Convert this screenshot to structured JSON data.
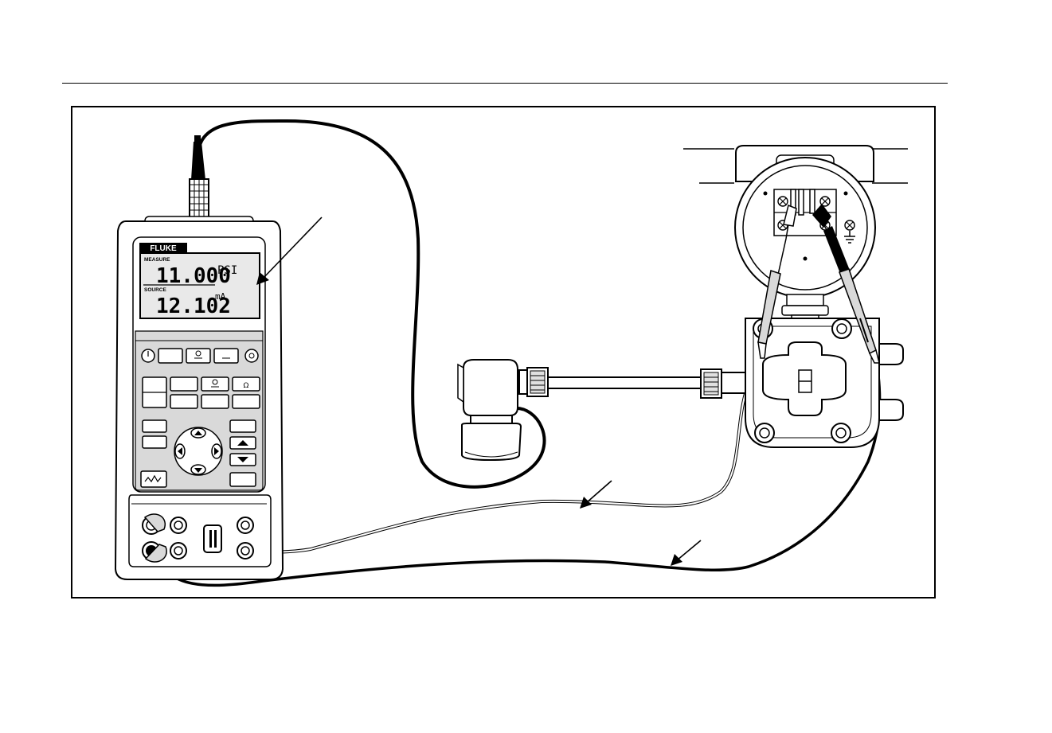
{
  "calibrator": {
    "brand": "FLUKE",
    "measure_label": "MEASURE",
    "measure_value": "11.000",
    "measure_unit": "PSI",
    "source_label": "SOURCE",
    "source_value": "12.102",
    "source_unit": "mA"
  },
  "colors": {
    "line": "#000000",
    "background": "#ffffff",
    "lcd": "#e9e9e9",
    "panel": "#d9d9d9"
  },
  "icons": {
    "arrows": "arrow-icon",
    "ground": "ground-icon",
    "power": "power-icon",
    "backlight": "backlight-icon"
  }
}
